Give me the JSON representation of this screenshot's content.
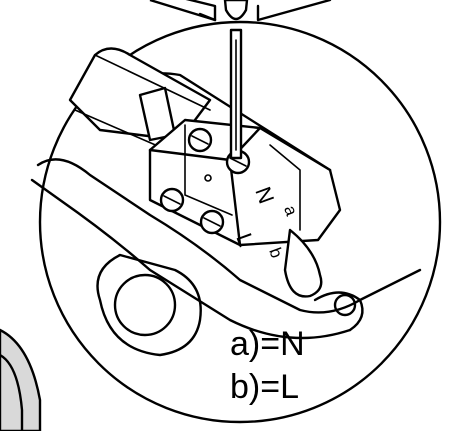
{
  "terminal_labels": {
    "neutral": "N",
    "live": "L",
    "wire_a": "a",
    "wire_b": "b"
  },
  "legend": {
    "line_a": "a)=N",
    "line_b": "b)=L"
  }
}
